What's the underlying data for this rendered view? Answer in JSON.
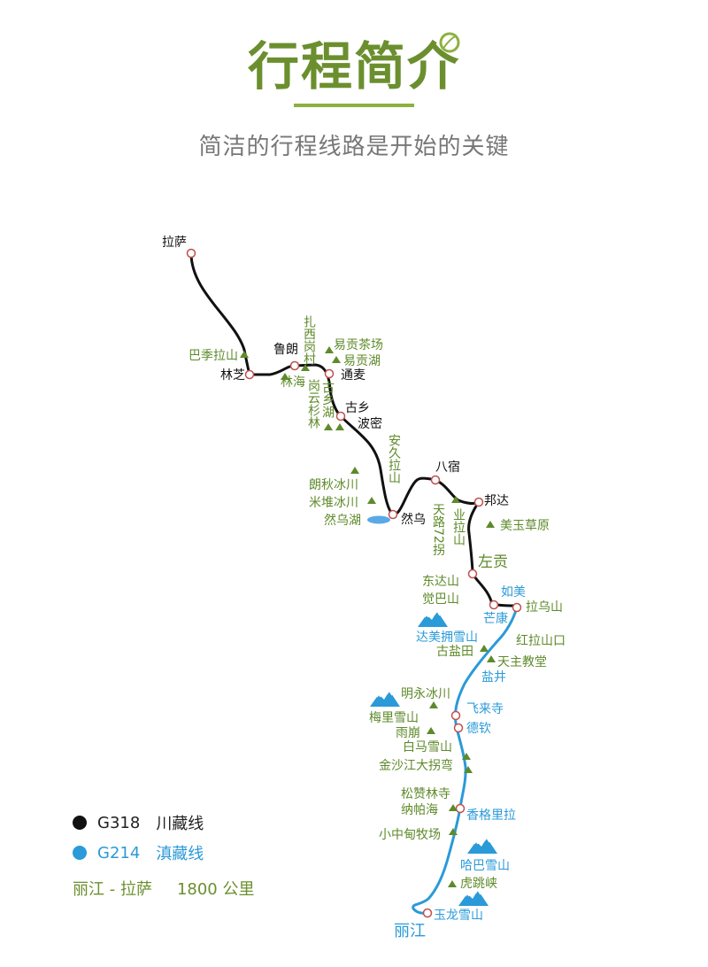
{
  "header": {
    "title": "行程简介",
    "subtitle": "简洁的行程线路是开始的关键"
  },
  "colors": {
    "accent_green": "#6b8f2e",
    "line_black": "#111111",
    "line_blue": "#2a9ad8",
    "point_fill": "#ffffff",
    "point_stroke": "#c0504d",
    "lake": "#5aa9e6",
    "label_black": "#111111",
    "label_green": "#5e8a2a",
    "label_blue": "#2a9ad8"
  },
  "map": {
    "black_places": [
      {
        "name": "lhasa",
        "text": "拉萨"
      },
      {
        "name": "linzhi",
        "text": "林芝"
      },
      {
        "name": "lulang",
        "text": "鲁朗"
      },
      {
        "name": "tongmai",
        "text": "通麦"
      },
      {
        "name": "guxiang",
        "text": "古乡"
      },
      {
        "name": "bomi",
        "text": "波密"
      },
      {
        "name": "ranwu",
        "text": "然乌"
      },
      {
        "name": "basu",
        "text": "八宿"
      },
      {
        "name": "bangda",
        "text": "邦达"
      },
      {
        "name": "zuogong",
        "text": "左贡"
      }
    ],
    "green_labels": [
      {
        "name": "baji-la",
        "text": "巴季拉山"
      },
      {
        "name": "linhai",
        "text": "林海"
      },
      {
        "name": "zhaxi-gangcun",
        "text": "扎西岗村"
      },
      {
        "name": "yigong-tea",
        "text": "易贡茶场"
      },
      {
        "name": "yigong-lake",
        "text": "易贡湖"
      },
      {
        "name": "gangyun-forest",
        "text": "岗云杉林"
      },
      {
        "name": "guxiang-lake",
        "text": "古乡湖"
      },
      {
        "name": "anjiu-la",
        "text": "安久拉山"
      },
      {
        "name": "langqiu-glacier",
        "text": "朗秋冰川"
      },
      {
        "name": "midui-glacier",
        "text": "米堆冰川"
      },
      {
        "name": "ranwu-lake",
        "text": "然乌湖"
      },
      {
        "name": "tianlu-72",
        "text": "天路72拐"
      },
      {
        "name": "yela-mountain",
        "text": "业拉山"
      },
      {
        "name": "meiyu-grassland",
        "text": "美玉草原"
      },
      {
        "name": "dongda-mountain",
        "text": "东达山"
      },
      {
        "name": "jueba-mountain",
        "text": "觉巴山"
      },
      {
        "name": "lawu-mountain",
        "text": "拉乌山"
      },
      {
        "name": "hongla-pass",
        "text": "红拉山口"
      },
      {
        "name": "gudian",
        "text": "古盐田"
      },
      {
        "name": "catholic-church",
        "text": "天主教堂"
      },
      {
        "name": "mingyong-glacier",
        "text": "明永冰川"
      },
      {
        "name": "meili-snow",
        "text": "梅里雪山"
      },
      {
        "name": "yubeng",
        "text": "雨崩"
      },
      {
        "name": "baima-snow",
        "text": "白马雪山"
      },
      {
        "name": "jinsha-bend",
        "text": "金沙江大拐弯"
      },
      {
        "name": "songzanlin",
        "text": "松赞林寺"
      },
      {
        "name": "napa-lake",
        "text": "纳帕海"
      },
      {
        "name": "xiaozhongdian",
        "text": "小中甸牧场"
      },
      {
        "name": "tiger-leaping",
        "text": "虎跳峡"
      }
    ],
    "blue_labels": [
      {
        "name": "rumei",
        "text": "如美"
      },
      {
        "name": "mangkang",
        "text": "芒康"
      },
      {
        "name": "dameiyong",
        "text": "达美拥雪山"
      },
      {
        "name": "yanjing",
        "text": "盐井"
      },
      {
        "name": "feilai-temple",
        "text": "飞来寺"
      },
      {
        "name": "deqin",
        "text": "德钦"
      },
      {
        "name": "shangri-la",
        "text": "香格里拉"
      },
      {
        "name": "haba-snow",
        "text": "哈巴雪山"
      },
      {
        "name": "yulong-snow",
        "text": "玉龙雪山"
      },
      {
        "name": "lijiang",
        "text": "丽江"
      }
    ]
  },
  "legend": {
    "black": {
      "code": "G318",
      "name": "川藏线"
    },
    "blue": {
      "code": "G214",
      "name": "滇藏线"
    }
  },
  "distance": {
    "route": "丽江 - 拉萨",
    "value": "1800 公里"
  }
}
